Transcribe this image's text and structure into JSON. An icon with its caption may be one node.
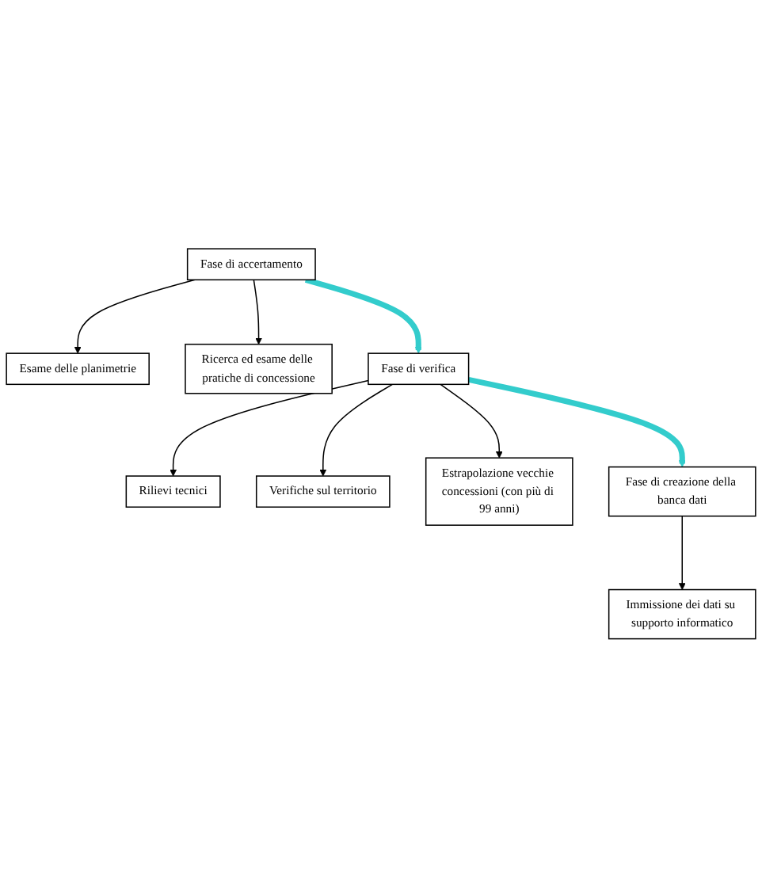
{
  "diagram": {
    "nodes": [
      {
        "text": [
          "Fase di accertamento"
        ]
      },
      {
        "text": [
          "Esame delle planimetrie"
        ]
      },
      {
        "text": [
          "Ricerca ed esame delle pratiche di concessione"
        ]
      },
      {
        "text": [
          "Fase di verifica"
        ]
      },
      {
        "text": [
          "Rilievi tecnici"
        ]
      },
      {
        "text": [
          "Verifiche sul territorio"
        ]
      },
      {
        "text": [
          "Estrapolazione vecchie concessioni (con più di 99 anni)"
        ]
      },
      {
        "text": [
          "Fase di creazione della banca dati"
        ]
      },
      {
        "text": [
          "Immissione dei dati su supporto informatico"
        ]
      }
    ],
    "edges": [
      {
        "from": 0,
        "to": 1,
        "arrow": "to"
      },
      {
        "from": 0,
        "to": 2,
        "arrow": "to"
      },
      {
        "from": 0,
        "to": 3,
        "arrow": "to",
        "style": "thick",
        "color": "#33cccc"
      },
      {
        "from": 3,
        "to": 4,
        "arrow": "to"
      },
      {
        "from": 3,
        "to": 5,
        "arrow": "to"
      },
      {
        "from": 3,
        "to": 6,
        "arrow": "to"
      },
      {
        "from": 3,
        "to": 7,
        "arrow": "to",
        "style": "thick",
        "color": "#33cccc"
      },
      {
        "from": 7,
        "to": 8,
        "arrow": "to"
      }
    ]
  }
}
